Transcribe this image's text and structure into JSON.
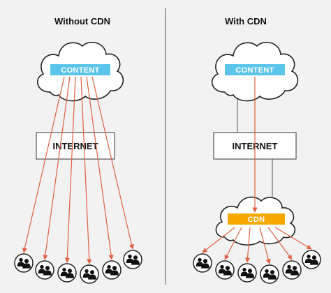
{
  "colors": {
    "background": "#f2f2f2",
    "content_tag": "#5bc4ea",
    "cdn_tag": "#f5a800",
    "request_arrow": "#e06040",
    "outline": "#222222"
  },
  "panels": {
    "without_cdn": {
      "title": "Without CDN",
      "content_label": "CONTENT",
      "internet_label": "INTERNET",
      "user_count": 6
    },
    "with_cdn": {
      "title": "With CDN",
      "content_label": "CONTENT",
      "internet_label": "INTERNET",
      "cdn_label": "CDN",
      "user_count": 6
    }
  },
  "icons": [
    "cloud-icon",
    "users-icon"
  ]
}
